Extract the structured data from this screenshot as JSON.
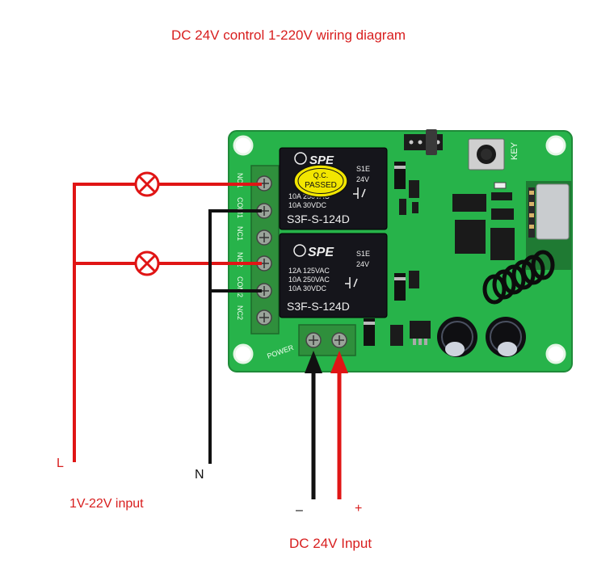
{
  "title": "DC 24V control 1-220V wiring diagram",
  "labels": {
    "live": "L",
    "neutral": "N",
    "ac_input": "1V-22V input",
    "minus": "–",
    "plus": "+",
    "dc_input": "DC 24V Input"
  },
  "board": {
    "relay1_brand": "SPE",
    "relay1_model": "S3F-S-124D",
    "relay1_spec1": "S1E",
    "relay1_spec2": "24V",
    "relay1_ratings": [
      "10A 250VAC",
      "10A 30VDC"
    ],
    "qc_sticker": [
      "Q.C.",
      "PASSED"
    ],
    "relay2_brand": "SPE",
    "relay2_model": "S3F-S-124D",
    "relay2_spec1": "S1E",
    "relay2_spec2": "24V",
    "relay2_ratings": [
      "12A 125VAC",
      "10A 250VAC",
      "10A 30VDC"
    ],
    "terminals": [
      "NO1",
      "COM1",
      "NC1",
      "NO2",
      "COM2",
      "NC2"
    ],
    "power_label": "POWER",
    "key_label": "KEY"
  },
  "colors": {
    "wire_live": "#e01515",
    "wire_neutral": "#111111",
    "pcb": "#27b34a",
    "terminal": "#2f8f3c",
    "relay": "#15151b",
    "lamp": "#e01515"
  }
}
